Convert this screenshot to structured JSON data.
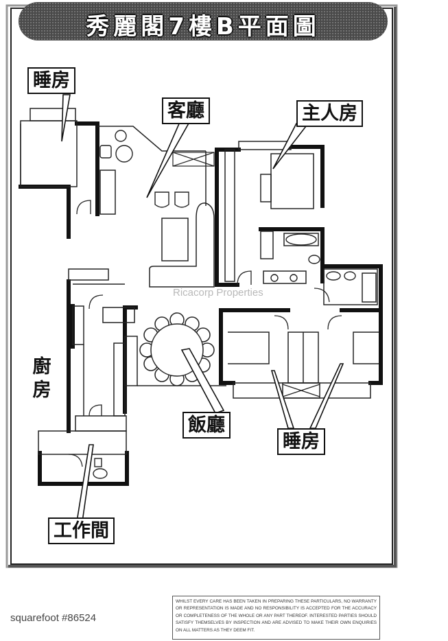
{
  "title": "秀麗閣7樓B平面圖",
  "rooms": {
    "bedroom_top_left": "睡房",
    "living_room": "客廳",
    "master_bedroom": "主人房",
    "kitchen": "廚房",
    "dining_room": "飯廳",
    "bedrooms_bottom_right": "睡房",
    "utility_room": "工作間"
  },
  "watermark": "Ricacorp Properties",
  "listing_id": "squarefoot #86524",
  "disclaimer": "WHILST EVERY CARE HAS BEEN TAKEN IN PREPARING THESE PARTICULARS, NO WARRANTY OR REPRESENTATION IS MADE AND NO RESPONSIBILITY IS ACCEPTED FOR THE ACCURACY OR COMPLETENESS OF THE WHOLE OR ANY PART THEREOF. INTERESTED PARTIES SHOULD SATISFY THEMSELVES BY INSPECTION AND ARE ADVISED TO MAKE THEIR OWN ENQUIRIES ON ALL MATTERS AS THEY DEEM FIT."
}
